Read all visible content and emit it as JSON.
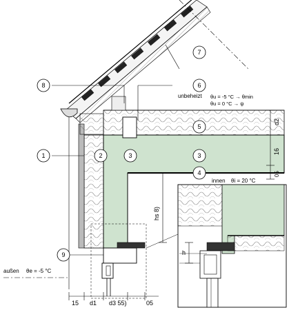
{
  "callouts": [
    "1",
    "2",
    "3",
    "3",
    "4",
    "5",
    "6",
    "7",
    "8",
    "9"
  ],
  "thermal": {
    "unheated_label": "unbeheizt",
    "theta_u_line": "θu  = -5 °C → θmin",
    "theta_u2_line": "θu  =  0 °C → ψ",
    "inner_label": "innen",
    "inner_temp": "θi  = 20 °C",
    "outer_label": "außen",
    "outer_temp": "θe = -5 °C"
  },
  "dimensions": {
    "d2": "d2",
    "d16": "16",
    "d05_right": "05",
    "hs": "hs 8)",
    "bottom_15": "15",
    "bottom_d1": "d1",
    "bottom_d3": "d3 55)",
    "bottom_05": "05",
    "detail_h": "h"
  },
  "colors": {
    "concrete": "#cfe3cf",
    "insulation_stroke": "#555555",
    "line": "#000000"
  }
}
